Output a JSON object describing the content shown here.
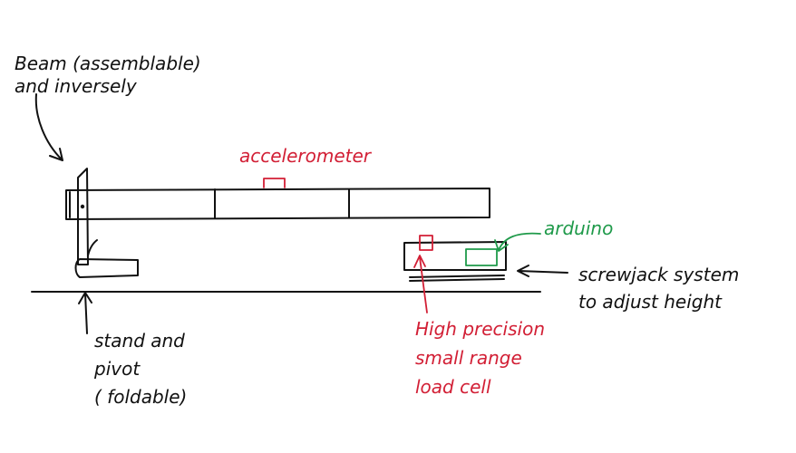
{
  "labels": {
    "beam": "Beam (assemblable)\nand inversely",
    "accelerometer": "accelerometer",
    "arduino": "arduino",
    "screwjack": "screwjack system\nto adjust height",
    "stand": "stand and\npivot\n( foldable)",
    "loadcell": "High precision\nsmall range\nload cell"
  },
  "colors": {
    "ink": "#111111",
    "sensor_red": "#d21f35",
    "controller_green": "#1f9a4a"
  }
}
